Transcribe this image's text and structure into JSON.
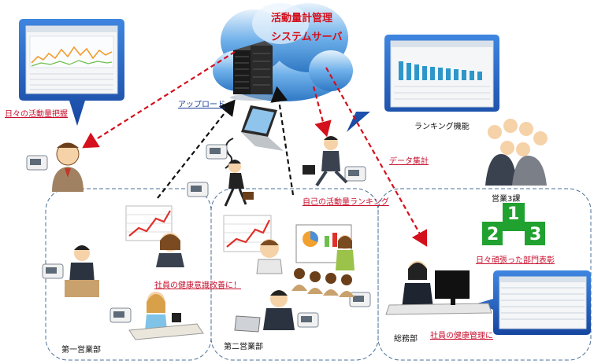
{
  "cloud": {
    "line1": "活動量計管理",
    "line2": "システムサーバ"
  },
  "labels": {
    "daily_activity": "日々の活動量把握",
    "upload": "アップロード",
    "ranking_function": "ランキング機能",
    "data_aggregation": "データ集計",
    "self_ranking": "自己の活動量ランキング",
    "sales_team3": "営業3課",
    "dept_commendation": "日々頑張った部門表彰",
    "health_awareness": "社員の健康意識改善に！",
    "health_management": "社員の健康管理に",
    "dept1": "第一営業部",
    "dept2": "第二営業部",
    "general_affairs": "総務部"
  },
  "podium": {
    "first": "1",
    "second": "2",
    "third": "3"
  },
  "colors": {
    "accent_red": "#c8102e",
    "link_blue": "#1a3d9a",
    "callout_blue": "#1f5fbf",
    "podium_green": "#21a12f",
    "cloud_blue": "#3a86d4"
  },
  "icons": [
    "cloud-icon",
    "server-rack-icon",
    "laptop-icon",
    "activity-meter-icon",
    "podium-icon",
    "growth-chart-icon",
    "desktop-monitor-icon"
  ]
}
